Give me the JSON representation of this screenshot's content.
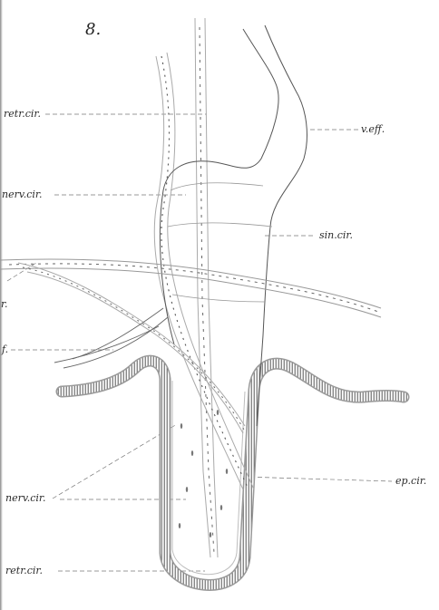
{
  "figure": {
    "number": "8."
  },
  "labels": {
    "retr_cir_top": "retr.cir.",
    "nerv_cir_top": "nerv.cir.",
    "v_eff": "v.eff.",
    "sin_cir": "sin.cir.",
    "cut_r": "r.",
    "cut_f": "f.",
    "nerv_cir_bottom": "nerv.cir.",
    "ep_cir": "ep.cir.",
    "retr_cir_bottom": "retr.cir."
  }
}
